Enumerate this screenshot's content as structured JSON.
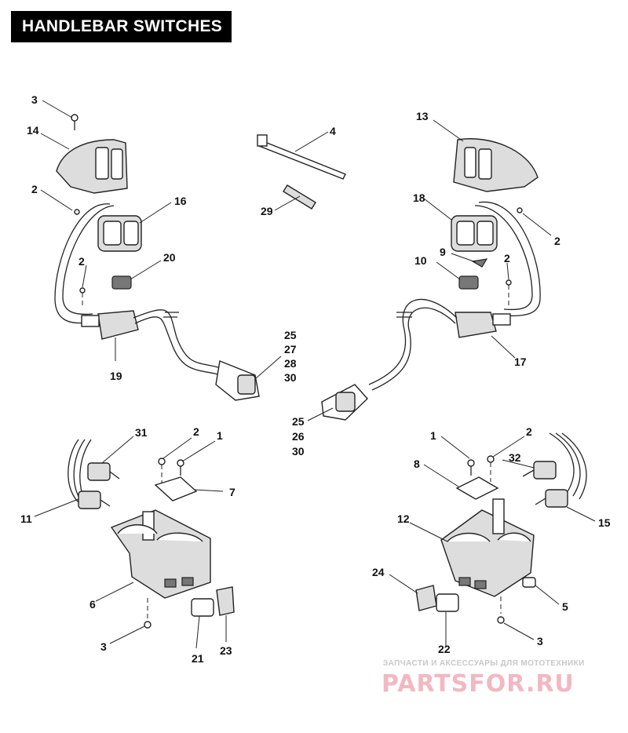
{
  "title": "HANDLEBAR SWITCHES",
  "callouts": {
    "c3a": "3",
    "c14": "14",
    "c2a": "2",
    "c16": "16",
    "c2b": "2",
    "c20": "20",
    "c19": "19",
    "c4": "4",
    "c29": "29",
    "c25a": "25",
    "c27": "27",
    "c28": "28",
    "c30a": "30",
    "c13": "13",
    "c18": "18",
    "c2c": "2",
    "c9": "9",
    "c10": "10",
    "c2d": "2",
    "c17": "17",
    "c25b": "25",
    "c26": "26",
    "c30b": "30",
    "c31": "31",
    "c2e": "2",
    "c1a": "1",
    "c7": "7",
    "c11": "11",
    "c6": "6",
    "c3b": "3",
    "c21": "21",
    "c23": "23",
    "c1b": "1",
    "c2f": "2",
    "c8": "8",
    "c32": "32",
    "c12": "12",
    "c15": "15",
    "c24": "24",
    "c5": "5",
    "c22": "22",
    "c3c": "3"
  },
  "watermark": {
    "tagline": "ЗАПЧАСТИ И АКСЕССУАРЫ ДЛЯ МОТОТЕХНИКИ",
    "logo": "PARTSFOR.RU"
  },
  "colors": {
    "ink": "#222222",
    "title_bg": "#000000",
    "watermark": "#f2b8c2"
  }
}
